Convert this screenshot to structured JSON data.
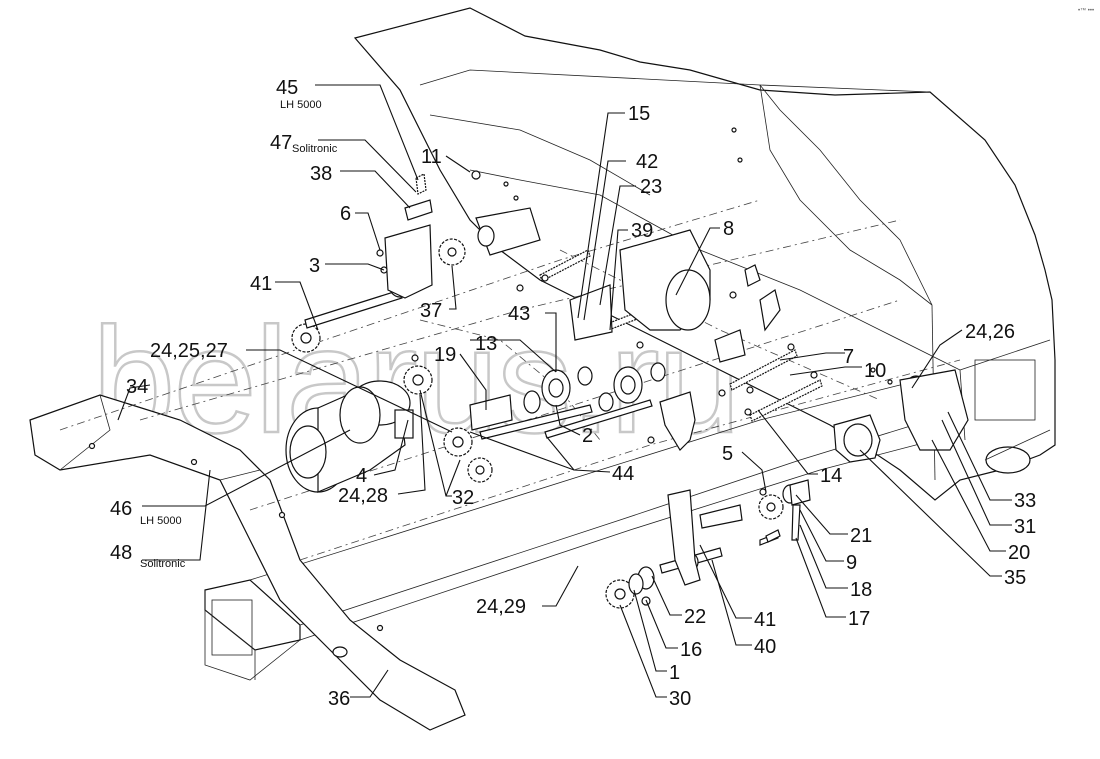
{
  "diagram": {
    "watermark": "belarus.ru",
    "corner_mark": "•™ •••",
    "callouts": [
      {
        "id": "c45",
        "text": "45",
        "sub": "LH 5000"
      },
      {
        "id": "c47",
        "text": "47",
        "sub": "Solitronic"
      },
      {
        "id": "c38",
        "text": "38"
      },
      {
        "id": "c11",
        "text": "11"
      },
      {
        "id": "c6",
        "text": "6"
      },
      {
        "id": "c3",
        "text": "3"
      },
      {
        "id": "c41a",
        "text": "41"
      },
      {
        "id": "c37",
        "text": "37"
      },
      {
        "id": "c242527",
        "text": "24,25,27"
      },
      {
        "id": "c34",
        "text": "34"
      },
      {
        "id": "c19",
        "text": "19"
      },
      {
        "id": "c13",
        "text": "13"
      },
      {
        "id": "c43",
        "text": "43"
      },
      {
        "id": "c15",
        "text": "15"
      },
      {
        "id": "c42",
        "text": "42"
      },
      {
        "id": "c23",
        "text": "23"
      },
      {
        "id": "c39",
        "text": "39"
      },
      {
        "id": "c8",
        "text": "8"
      },
      {
        "id": "c7",
        "text": "7"
      },
      {
        "id": "c10",
        "text": "10"
      },
      {
        "id": "c2426",
        "text": "24,26"
      },
      {
        "id": "c2",
        "text": "2"
      },
      {
        "id": "c44",
        "text": "44"
      },
      {
        "id": "c4",
        "text": "4"
      },
      {
        "id": "c2428",
        "text": "24,28"
      },
      {
        "id": "c32",
        "text": "32"
      },
      {
        "id": "c46",
        "text": "46",
        "sub": "LH 5000"
      },
      {
        "id": "c48",
        "text": "48",
        "sub": "Solitronic"
      },
      {
        "id": "c5",
        "text": "5"
      },
      {
        "id": "c14",
        "text": "14"
      },
      {
        "id": "c33",
        "text": "33"
      },
      {
        "id": "c31",
        "text": "31"
      },
      {
        "id": "c20",
        "text": "20"
      },
      {
        "id": "c35",
        "text": "35"
      },
      {
        "id": "c21",
        "text": "21"
      },
      {
        "id": "c9",
        "text": "9"
      },
      {
        "id": "c18",
        "text": "18"
      },
      {
        "id": "c17",
        "text": "17"
      },
      {
        "id": "c2429",
        "text": "24,29"
      },
      {
        "id": "c22",
        "text": "22"
      },
      {
        "id": "c41b",
        "text": "41"
      },
      {
        "id": "c40",
        "text": "40"
      },
      {
        "id": "c16",
        "text": "16"
      },
      {
        "id": "c1",
        "text": "1"
      },
      {
        "id": "c30",
        "text": "30"
      },
      {
        "id": "c36",
        "text": "36"
      }
    ]
  }
}
